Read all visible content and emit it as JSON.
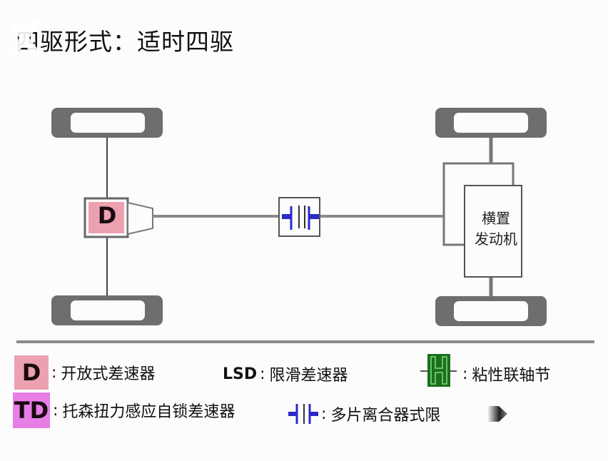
{
  "title": "四驱形式：适时四驱",
  "diagram": {
    "front_differential_label": "D",
    "engine_label_line1": "横置",
    "engine_label_line2": "发动机",
    "center_coupling": "multi-plate-clutch-lsd",
    "colors": {
      "tire": "#6e6e6e",
      "shaft": "#8a8a8a",
      "thin_line": "#555555",
      "open_diff_fill": "#eda1b0",
      "torsen_fill": "#e67ee6",
      "clutch_blue": "#2a2ac8",
      "viscous_green": "#1d6e1d",
      "viscous_line": "#7ce07c"
    }
  },
  "legend": {
    "items": [
      {
        "symbol": "D",
        "text": "开放式差速器"
      },
      {
        "symbol": "LSD",
        "text": "限滑差速器"
      },
      {
        "symbol": "viscous-coupling-icon",
        "text": "粘性联轴节"
      },
      {
        "symbol": "TD",
        "text": "托森扭力感应自锁差速器"
      },
      {
        "symbol": "multi-plate-clutch-icon",
        "text": "多片离合器式限"
      }
    ],
    "colon": ":"
  }
}
